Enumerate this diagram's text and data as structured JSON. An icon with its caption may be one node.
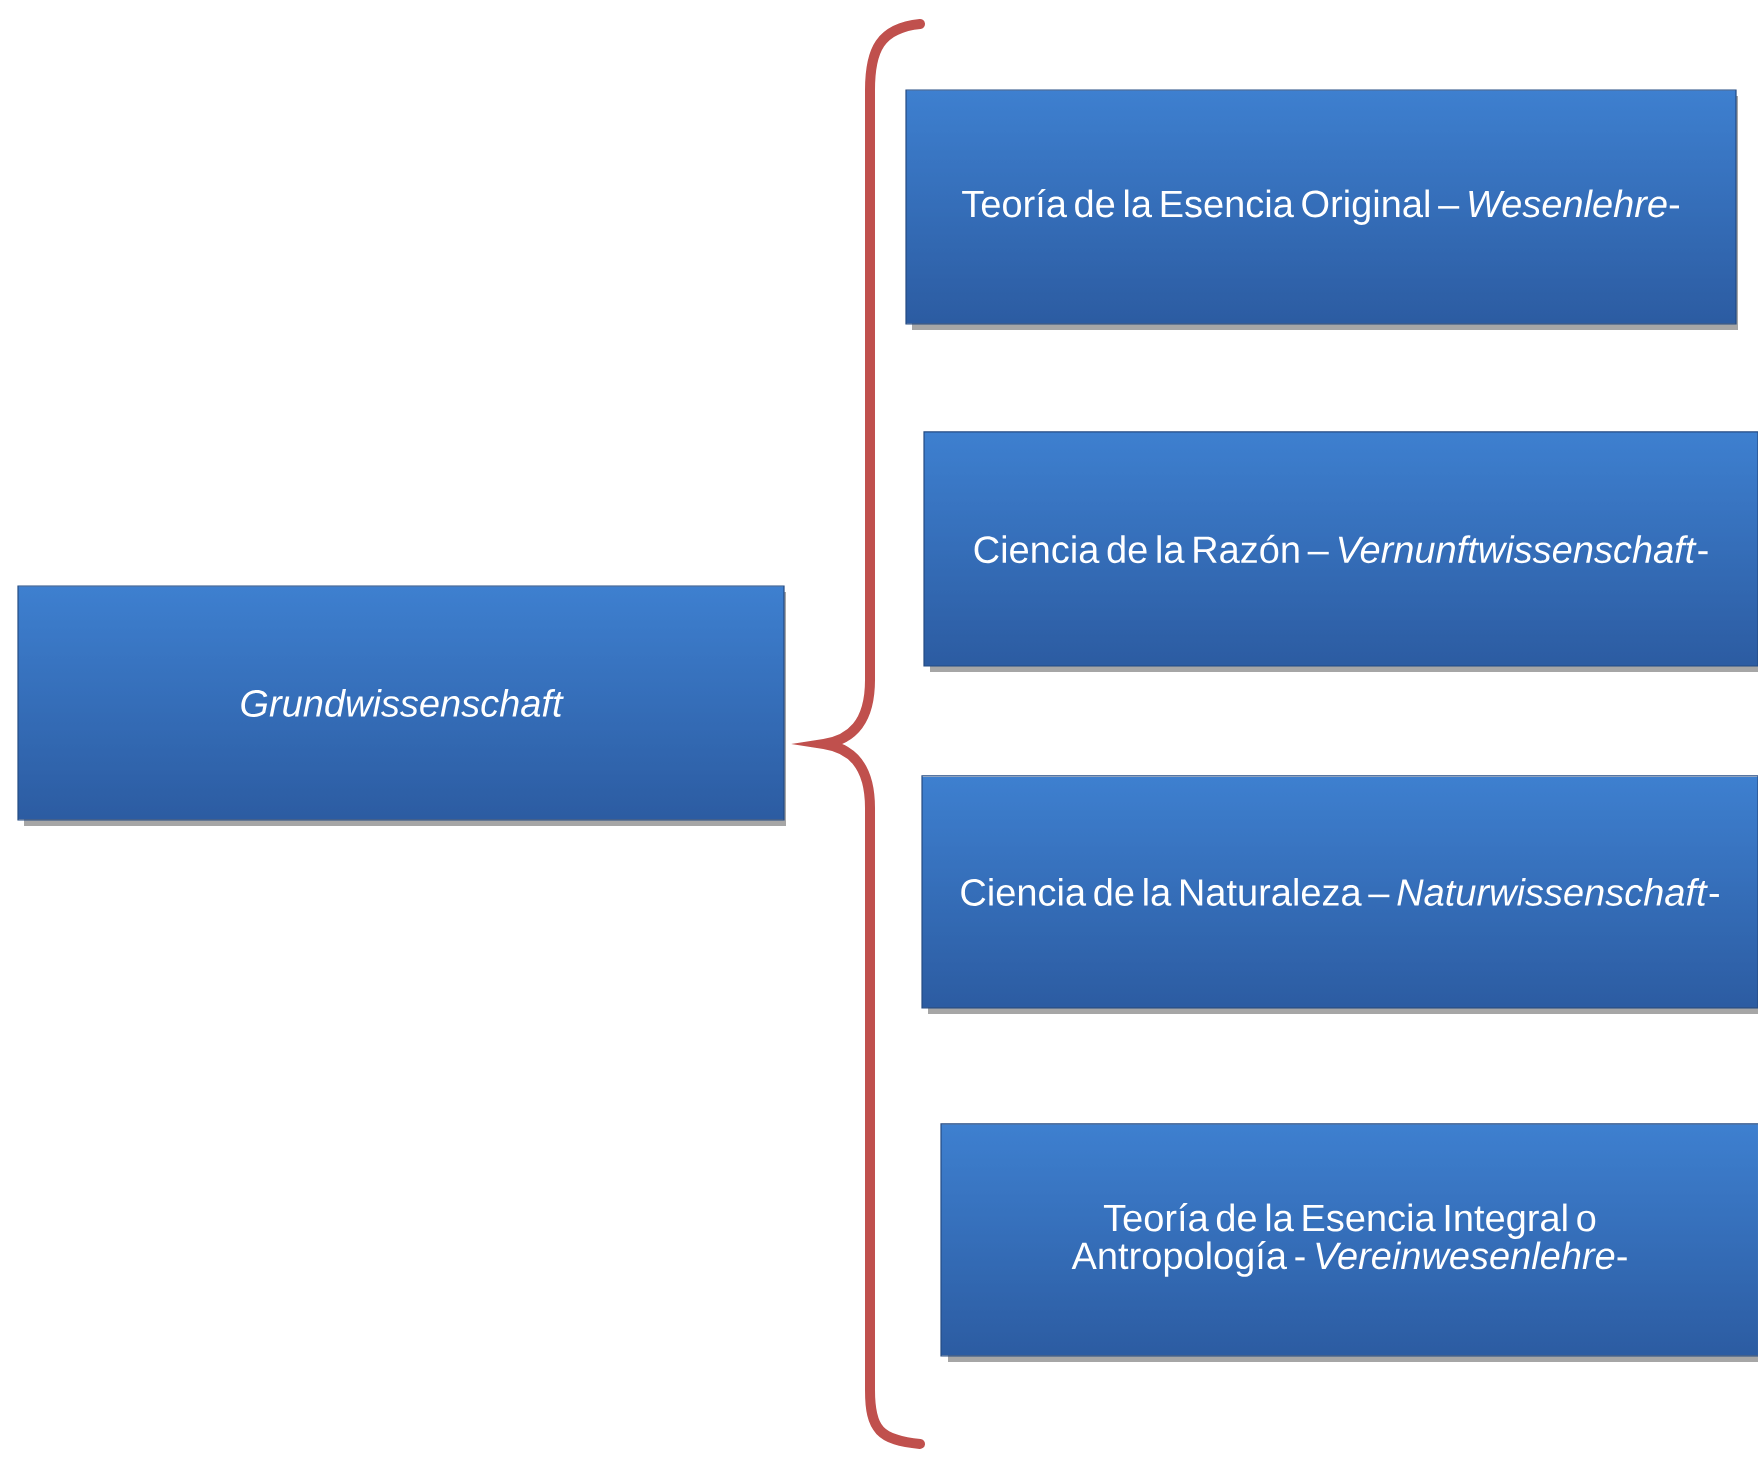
{
  "diagram": {
    "nodes": [
      {
        "text": [
          "Grundwissenschaft"
        ]
      },
      {
        "text": [
          "Teoría de la Esencia Original  – *Wesenlehre*-"
        ]
      },
      {
        "text": [
          "Ciencia de la Razón – *Vernunftwissenschaft*-"
        ]
      },
      {
        "text": [
          "Ciencia de la Naturaleza – *Naturwissenschaft*-"
        ]
      },
      {
        "text": [
          "Teoría de la Esencia Integral o Antropología - *Vereinwesenlehre*-"
        ]
      }
    ]
  }
}
